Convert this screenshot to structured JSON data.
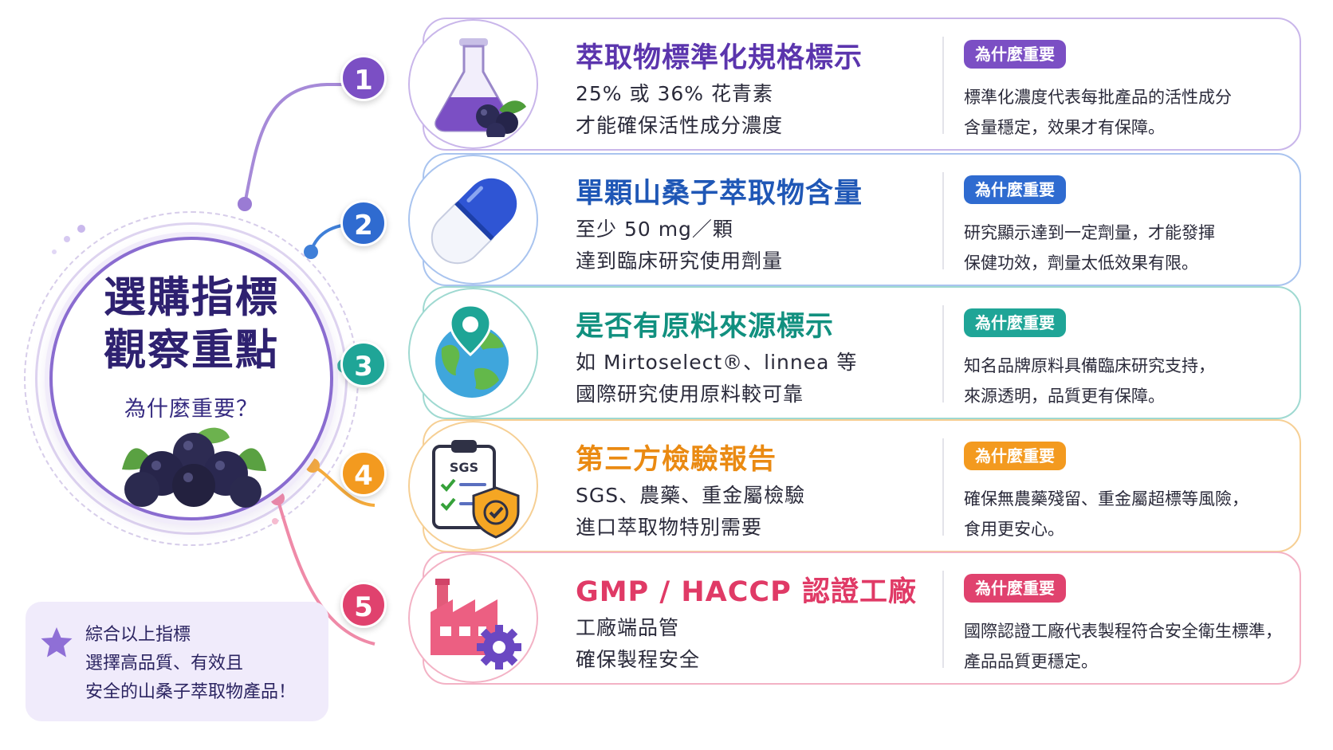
{
  "hub": {
    "title_line1": "選購指標",
    "title_line2": "觀察重點",
    "subtitle": "為什麼重要？"
  },
  "summary": {
    "icon": "star-icon",
    "line1": "綜合以上指標",
    "line2": "選擇高品質、有效且",
    "line3": "安全的山桑子萃取物產品！"
  },
  "items": [
    {
      "number": "1",
      "icon": "flask-blueberry-icon",
      "title": "萃取物標準化規格標示",
      "line1": "25% 或 36% 花青素",
      "line2": "才能確保活性成分濃度",
      "why_label": "為什麼重要",
      "why_line1": "標準化濃度代表每批產品的活性成分",
      "why_line2": "含量穩定，效果才有保障。",
      "color": "#7b4fc4"
    },
    {
      "number": "2",
      "icon": "capsule-icon",
      "title": "單顆山桑子萃取物含量",
      "line1": "至少 50 mg／顆",
      "line2": "達到臨床研究使用劑量",
      "why_label": "為什麼重要",
      "why_line1": "研究顯示達到一定劑量，才能發揮",
      "why_line2": "保健功效，劑量太低效果有限。",
      "color": "#2f6bd0"
    },
    {
      "number": "3",
      "icon": "globe-location-icon",
      "title": "是否有原料來源標示",
      "line1": "如 Mirtoselect®、linnea 等",
      "line2": "國際研究使用原料較可靠",
      "why_label": "為什麼重要",
      "why_line1": "知名品牌原料具備臨床研究支持，",
      "why_line2": "來源透明，品質更有保障。",
      "color": "#1fa597"
    },
    {
      "number": "4",
      "icon": "sgs-clipboard-shield-icon",
      "title": "第三方檢驗報告",
      "line1": "SGS、農藥、重金屬檢驗",
      "line2": "進口萃取物特別需要",
      "why_label": "為什麼重要",
      "why_line1": "確保無農藥殘留、重金屬超標等風險，",
      "why_line2": "食用更安心。",
      "color": "#f39a1f",
      "clipboard_text": "SGS"
    },
    {
      "number": "5",
      "icon": "factory-gear-icon",
      "title": "GMP / HACCP 認證工廠",
      "line1": "工廠端品管",
      "line2": "確保製程安全",
      "why_label": "為什麼重要",
      "why_line1": "國際認證工廠代表製程符合安全衛生標準，",
      "why_line2": "產品品質更穩定。",
      "color": "#e0426e"
    }
  ]
}
